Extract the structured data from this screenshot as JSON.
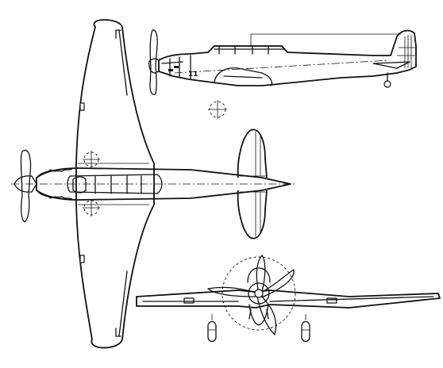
{
  "drawing": {
    "views": [
      "side-view",
      "top-view",
      "front-view"
    ]
  },
  "side_view": {
    "fuselage_marking": "11"
  },
  "colors": {
    "ink": "#111111",
    "paper": "#ffffff"
  }
}
